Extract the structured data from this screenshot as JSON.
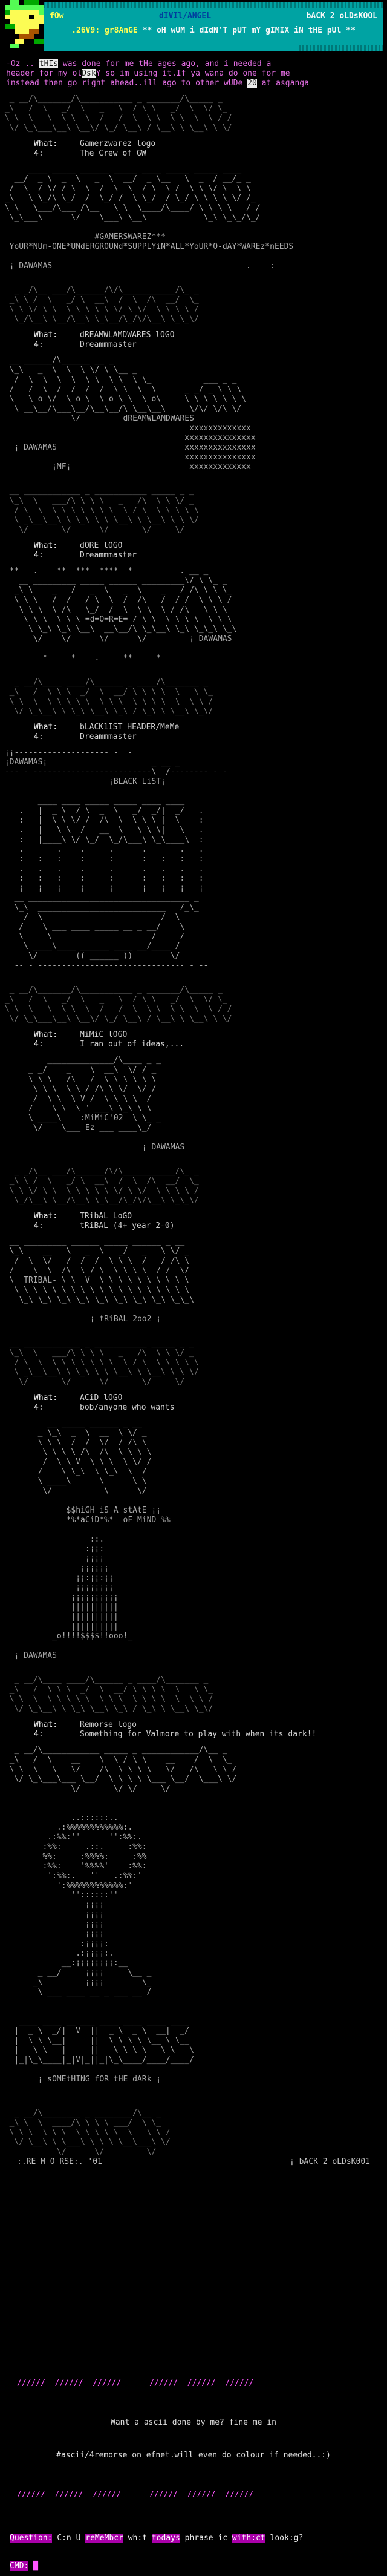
{
  "colors": {
    "background": "#000000",
    "art_gray": "#a9a9a9",
    "accent_magenta": "#ff55ff",
    "banner_cyan": "#00a3a3",
    "banner_yellow": "#ffff55",
    "banner_white": "#f8f8f8"
  },
  "header": {
    "left_tag": "fOw",
    "title": "dIVIl/ANGEL",
    "right_tag": "bACK 2 oLDsKOOL",
    "sub_left": ".26V9: gr8AnGE ",
    "sub_right": "** oH wUM i dIdN'T pUT mY gIMIX iN tHE pUl **"
  },
  "note": {
    "l1": [
      {
        "t": "-Oz .. ",
        "h": false
      },
      {
        "t": "tHIs",
        "h": true
      },
      {
        "t": " was done for me tHe ages ago, and i needed a",
        "h": false
      }
    ],
    "l2": [
      {
        "t": "header for my ol",
        "h": false
      },
      {
        "t": "Dsk",
        "h": true
      },
      {
        "t": "Y so im using it.If ya wana do one for me",
        "h": false
      }
    ],
    "l3": [
      {
        "t": "instead then go right ahead..ill ago to other wUDe ",
        "h": false
      },
      {
        "t": "20",
        "h": true
      },
      {
        "t": " at asganga",
        "h": false
      }
    ]
  },
  "labels": {
    "what": "What:",
    "for": "4:"
  },
  "dividers": [
    "  _ __/\\_______/\\___________ _ _______/\\_____ _\n _\\   /  \\   _/  \\   _   \\  / \\ \\   _/  \\  \\/ \\_\n \\ \\  \\   \\  \\ \\  \\  /   /  \\  \\ \\  \\ \\  \\  \\ / /\n  \\/ \\_\\___\\__\\ \\__\\/ \\_/ \\__\\ / \\__\\ \\ \\__\\ \\ \\/",
    "   _ _/\\__ ___/\\______/\\/\\___________/\\_ _\n  _\\ \\ /  \\   _/ \\  __\\  /  \\  /\\  __/  \\_\n  \\ \\ \\/ \\ \\  \\ \\ \\ \\ \\ \\/ \\ \\/  \\ \\ \\ \\ /\n   \\_/\\__\\ \\__/\\__\\ \\_\\__/\\_/\\/\\__\\ \\_\\_\\/",
    "  __ ____________ _ ___________ _____ _ _\n  \\_\\  \\   ___/\\ \\ \\ \\   _   /\\  \\ \\ \\/ _\n   / \\  \\  \\ \\ \\ \\ \\ \\ \\  \\ / \\  \\ \\ \\ \\ \\\n   \\ _\\__\\__\\ \\ \\_\\ \\ \\ \\__\\ \\ \\__\\ \\ \\ \\/\n    \\/       \\/      \\/       \\/     \\/",
    "   _ __/\\____ ____/\\______ _ ____/\\_______ _\n  _\\   /  \\ \\ \\  _/  \\  __/ \\ \\ \\ \\  \\   \\ \\_\n  \\ \\  \\  \\ \\ \\ \\ \\  \\ \\ \\  \\ \\ \\ \\  \\  \\ \\ /\n   \\/ \\_\\__\\ \\ \\_\\ \\__\\ \\_\\ / \\_\\ \\ \\__\\ \\_\\/"
  ],
  "sections": [
    {
      "what": "Gamerzwarez logo",
      "for": "The Crew of GW",
      "art": "      ____ _____ ______ _____ ____ _____ _____ ____\n   __/  _ \\  _  \\   _  \\  __/  _ \\__   \\  _  / __/_ _\n  /  \\  / \\/ / \\  \\  /  \\  \\  / \\  \\ /  \\ \\ \\/ \\  \\ \\\n _\\   \\ \\_/\\ \\_/  /  \\_/ /  \\ \\_/  / \\_/ \\ \\ \\ \\ \\/ /_\n \\ \\   \\___/\\___ /\\__   \\ \\  \\____/\\____/ \\ \\ \\ \\   / /\n  \\_\\___\\      \\/    \\___\\ \\__\\            \\_\\ \\_\\_/\\_/\n\n                    #GAMERSWAREZ***\n  YoUR*NUm-ONE*UNdERGROUNd*SUPPLYiN*ALL*YoUR*O-dAY*WAREz*nEEDS\n\n  ¡ DAWAMAS                                         .    :"
    },
    {
      "what": "dREAMWLAMDWARES lOGO",
      "for": "Dreammmaster",
      "art": "  __ ______/\\______ __ _\n  \\_\\   _  \\  \\  \\ \\/ \\ \\__ _\n   /  \\  \\  \\  \\  \\ \\  \\ \\  \\ \\_           ___ _ _\n  /   /  \\  /  /  /  /  \\ \\  \\  \\      _ _/ _ \\ \\ \\\n  \\   \\ o \\/  \\ o \\  \\ o \\ \\  \\ o\\     \\ \\ \\ \\ \\ \\ \\\n   \\ __\\__/\\___\\__/\\__\\__/\\ \\__\\__\\     \\/\\/ \\/\\ \\/\n               \\/         dREAMWLAMDWARES\n                                        xxxxxxxxxxxxx\n                                       xxxxxxxxxxxxxxx\n   ¡ DAWAMAS                           xxxxxxxxxxxxxxx\n                                       xxxxxxxxxxxxxxx\n           ¡MF¡                         xxxxxxxxxxxxx"
    },
    {
      "what": "dORE lOGO",
      "for": "Dreammmaster",
      "art": "  **   .    **  ***  ****  *          . __ _\n    __ _________ _____ ______ _________\\/ \\ \\_ _\n   _\\ \\    _   /   _  \\   _  \\    _   / /\\ \\ \\ \\_\n   \\ \\ \\   /  /   / \\  \\  /  /\\   /  / /  \\ \\ \\ /\n    \\ \\ \\  \\ /\\   \\_/  /  \\  \\ \\  \\ / /\\   \\ \\ \\\n     \\ \\ \\  \\ \\ \\ =d=O=R=E= / \\ \\  \\ \\ \\ \\  \\ \\ \\\n      \\ \\_\\ \\_\\ \\__\\  __\\__/\\ \\_\\__\\ \\_\\ \\_\\_\\ \\_\\\n       \\/    \\/      \\/      \\/         ¡ DAWAMAS\n\n         *     *    .     **     *"
    },
    {
      "what": "bLACK1IST HEADER/MeMe",
      "for": "Dreammmaster",
      "art": " ¡¡-------------------- -  -\n ¡DAWAMAS¡                      _ __ _\n --- - -------------------------\\  /-------- - -\n                       ¡BLACK LiST¡\n\n        ____ ____ _____ _____ ____ ____\n    .   |  _ \\  / \\  _  \\   _/  _/|  _/   .\n    :   |  \\ \\ \\/ /  /\\  \\  \\ \\ \\ |  \\    :\n    .   |   \\ \\  /   __  \\   \\ \\ \\|   \\   .\n    :   |____\\ \\/ \\_/  \\_/\\___\\ \\_\\____\\  :\n    .       .    .     .      .       .   .\n    :   :   :    :     :      :   :   :   :\n    .   .   .    .     .      .   .   .   .\n    :   :   :    :     :      :   :   :   :\n    ¡   ¡   ¡    ¡     ¡      ¡   ¡   ¡   ¡\n   __ __________________________________ _\n   \\_\\  ___________________________   /_\\_\n     /  \\                         /  \\\n    /    \\ ___ ____ _____ __ _ __/    \\\n    \\     \\                     /     /\n     \\ ____\\____ ______ ____ __/____ /\n      \\/        (( ______ ))        \\/\n   -- - ------------------------------- - --"
    },
    {
      "what": "MiMiC lOGO",
      "for": "I ran out of ideas,...",
      "art": "          ______________/\\____ _ _\n      _ _/    _    \\  __\\  \\/ / _\n      \\ \\ \\   /\\   /  \\ \\ \\ \\ \\ \\\n       \\ \\ \\  \\ \\ / /\\ \\ \\/  \\/ /\n       /  \\ \\  \\ V /  \\ \\ \\ \\  /\n      /    \\ \\  \\ ' ___\\ \\_\\ \\ \\\n      \\ ____\\    :MiMiC'02  \\ \\_ _\n       \\/    \\___ Ez ___ ____\\_/\n\n                              ¡ DAWAMAS\n"
    },
    {
      "what": "TRibAL LoGO",
      "for": "tRiBAL (4+ year 2-0)",
      "art": "  __ _________ ______ _____ ______ _ __\n  \\_\\    __   \\   _  \\   _/   _   \\ \\/ _\n   /  \\  \\/   /  /  /  \\ \\ \\  /   / /\\ \\\n  /    \\  \\  /\\  \\ / \\  \\ \\ \\ \\  / /  \\/\n  \\  TRIBAL- \\ \\  V  \\ \\ \\ \\ \\ \\ \\ \\ \\ \\\n   \\ \\ \\ \\ \\ \\ \\ \\ \\ \\ \\ \\ \\ \\ \\ \\ \\ \\ \\\n    \\_\\ \\_\\ \\_\\ \\_\\ \\_\\ \\_\\ \\_\\ \\_\\ \\_\\_\\\n\n                   ¡ tRiBAL 2oo2 ¡\n"
    },
    {
      "what": "ACiD lOGO",
      "for": "bob/anyone who wants",
      "art": "          __ _____ ______ _ __\n        _ \\_\\  _  \\  __  \\ \\/ _\n        \\ \\ \\  /  /  \\/  / /\\ \\\n         \\ \\ \\ \\ /\\  /\\  \\ \\ \\ \\\n         /  \\ \\ V  \\ \\ \\  \\ \\/ /\n        /    \\ \\_\\  \\ \\_\\  \\  /\n        \\ ____\\      \\      \\ \\\n         \\/           \\      \\/\n\n              $$hiGH iS A stAtE ¡¡\n              *%*aCiD*%*  oF MiND %%\n\n                   ::.\n                  :¡¡:\n                  ¡¡¡¡\n                 ¡¡¡¡¡¡\n                ¡¡:¡¡:¡¡\n                ¡¡¡¡¡¡¡¡\n               ¡¡¡¡¡¡¡¡¡¡\n               ||||||||||\n               ||||||||||\n               ||||||||||\n           _o!!!!$$$$!!ooo!_\n\n   ¡ DAWAMAS\n"
    },
    {
      "what": "Remorse logo",
      "for": "Something for Valmore to play with when its dark!!",
      "art": "   _ __/\\____________ _____ _ ____________/\\__ _\n  _\\   /  \\    __    \\  \\ / \\ \\    __    /  \\  \\_\n  \\ \\  \\   \\   \\/    /\\  \\ \\ \\ \\   \\/   /\\   \\ \\ /\n   \\/ \\_\\___\\___ \\__/  \\ \\ \\ \\ \\___ \\__/  \\___\\ \\/\n               \\/       \\/ \\/     \\/\n\n\n               ..::::::..\n            .:%%%%%%%%%%%%:.\n          .:%%:''      '':%%:.\n         :%%:     .::.     :%%:\n         %%:     :%%%%:     :%%\n         :%%:    '%%%%'    :%%:\n          ':%%:.   ''   .:%%:'\n            ':%%%%%%%%%%%%:'\n               ''::::::''\n                  ¡¡¡¡\n                  ¡¡¡¡\n                  ¡¡¡¡\n                  ¡¡¡¡\n                 :¡¡¡¡:\n                .:¡¡¡¡:.\n             __:¡¡¡¡¡¡¡¡:__\n        _ __/     ¡¡¡¡     \\__ _\n       _\\         ¡¡¡¡        \\_\n        \\ ___ ____ __ _ ___ __ /\n\n\n    ____ ____ __ ___ ____ ____ ____ ____\n   |  _ \\  _/|  V  ||  _ \\  _ \\  __|  _/\n   |  \\ \\ \\__|     ||  \\ \\ \\ \\ \\__ \\ \\__\n   |   \\ \\   |     ||   \\ \\ \\ \\   \\ \\   \\\n   |_|\\_\\____|_|V|_||_|\\_\\____/____/____/\n\n        ¡ sOMEtHING fOR tHE dARk ¡\n\n"
    }
  ],
  "footer": {
    "art": "   _ __/\\________ _ ________/\\__ _\n  _\\ \\  \\  ____/\\ \\ \\ \\ ___/  \\ \\_\n  \\ \\ \\  \\ \\ \\  \\ \\ \\ \\ \\  \\   \\ \\ /\n   \\/ \\__\\ \\ \\___\\ \\ \\ \\ \\__\\___\\ \\/\n            \\/      \\/         \\/\n",
    "remorse_sig": ":.RE M O RSE:. '01",
    "back_tag": "¡  bACK 2 oLDsK001",
    "slashes": "//////  //////  //////      //////  //////  //////",
    "want1": "Want a ascii done by me? fine me in",
    "want2": "#ascii/4remorse on efnet.will even do colour if needed..:)",
    "question": [
      {
        "t": "Question:",
        "h": true
      },
      {
        "t": " C:n U ",
        "h": false
      },
      {
        "t": "reMeMbcr",
        "h": true
      },
      {
        "t": " wh:t ",
        "h": false
      },
      {
        "t": "todays",
        "h": true
      },
      {
        "t": " phrase ic ",
        "h": false
      },
      {
        "t": "with:ct",
        "h": true
      },
      {
        "t": " look:g?",
        "h": false
      }
    ],
    "cmd_label": "CMD:",
    "cursor": "█"
  }
}
